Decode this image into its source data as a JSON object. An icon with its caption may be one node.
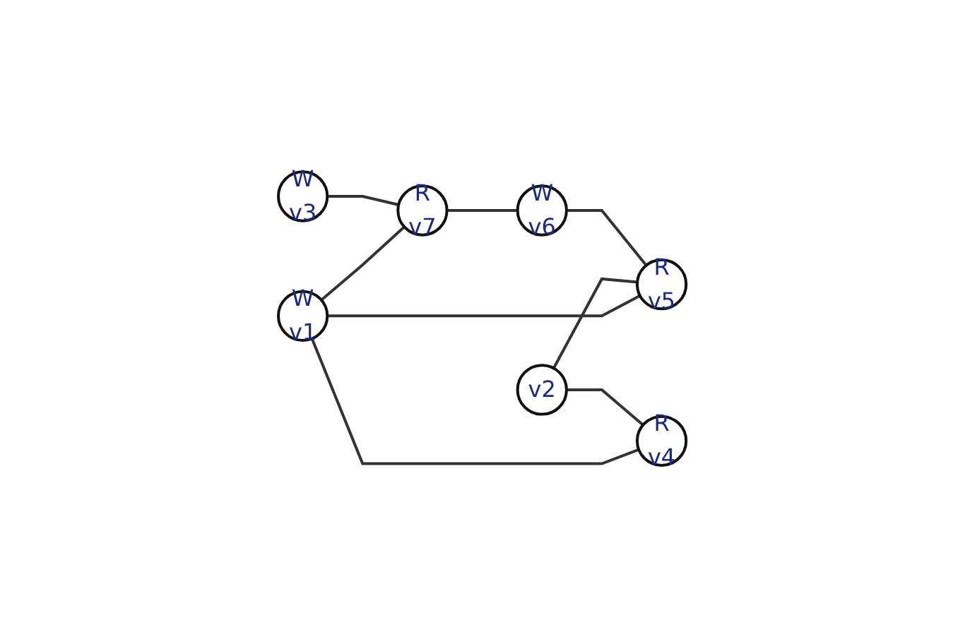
{
  "diagram": {
    "nodes": [
      {
        "text": [
          "W",
          "v1"
        ]
      },
      {
        "text": [
          "v2"
        ]
      },
      {
        "text": [
          "W",
          "v3"
        ]
      },
      {
        "text": [
          "R",
          "v4"
        ]
      },
      {
        "text": [
          "R",
          "v5"
        ]
      },
      {
        "text": [
          "W",
          "v6"
        ]
      },
      {
        "text": [
          "R",
          "v7"
        ]
      }
    ],
    "edges": [
      {
        "from": 0,
        "to": 6,
        "arrow": "none"
      },
      {
        "from": 0,
        "to": 4,
        "arrow": "none"
      },
      {
        "from": 0,
        "to": 3,
        "arrow": "none"
      },
      {
        "from": 1,
        "to": 4,
        "arrow": "none"
      },
      {
        "from": 1,
        "to": 3,
        "arrow": "none"
      },
      {
        "from": 2,
        "to": 6,
        "arrow": "none"
      },
      {
        "from": 6,
        "to": 5,
        "arrow": "none"
      },
      {
        "from": 5,
        "to": 4,
        "arrow": "none"
      }
    ]
  }
}
